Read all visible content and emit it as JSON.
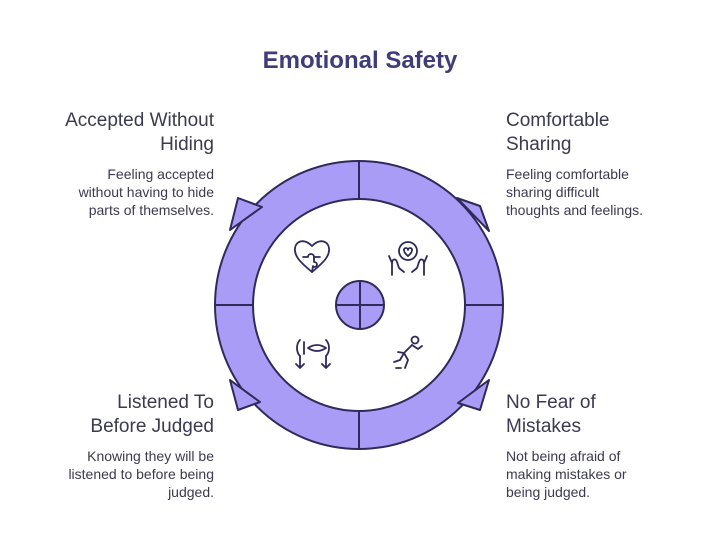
{
  "title": "Emotional Safety",
  "colors": {
    "ring": "#a99cf6",
    "stroke": "#2f2a5a",
    "title": "#3f3d78",
    "text": "#3b3a4f"
  },
  "quadrants": [
    {
      "position": "top-left",
      "heading": "Accepted Without Hiding",
      "heading_lines": [
        "Accepted Without",
        "Hiding"
      ],
      "description_lines": [
        "Feeling accepted",
        "without having to hide",
        "parts of themselves."
      ],
      "icon": "heart-puzzle-icon"
    },
    {
      "position": "top-right",
      "heading": "Comfortable Sharing",
      "heading_lines": [
        "Comfortable",
        "Sharing"
      ],
      "description_lines": [
        "Feeling comfortable",
        "sharing difficult",
        "thoughts and feelings."
      ],
      "icon": "hands-holding-heart-icon"
    },
    {
      "position": "bottom-left",
      "heading": "Listened To Before Judged",
      "heading_lines": [
        "Listened To",
        "Before Judged"
      ],
      "description_lines": [
        "Knowing they will be",
        "listened to before being",
        "judged."
      ],
      "icon": "people-listening-icon"
    },
    {
      "position": "bottom-right",
      "heading": "No Fear of Mistakes",
      "heading_lines": [
        "No Fear of",
        "Mistakes"
      ],
      "description_lines": [
        "Not being afraid of",
        "making mistakes or",
        "being judged."
      ],
      "icon": "person-falling-icon"
    }
  ]
}
